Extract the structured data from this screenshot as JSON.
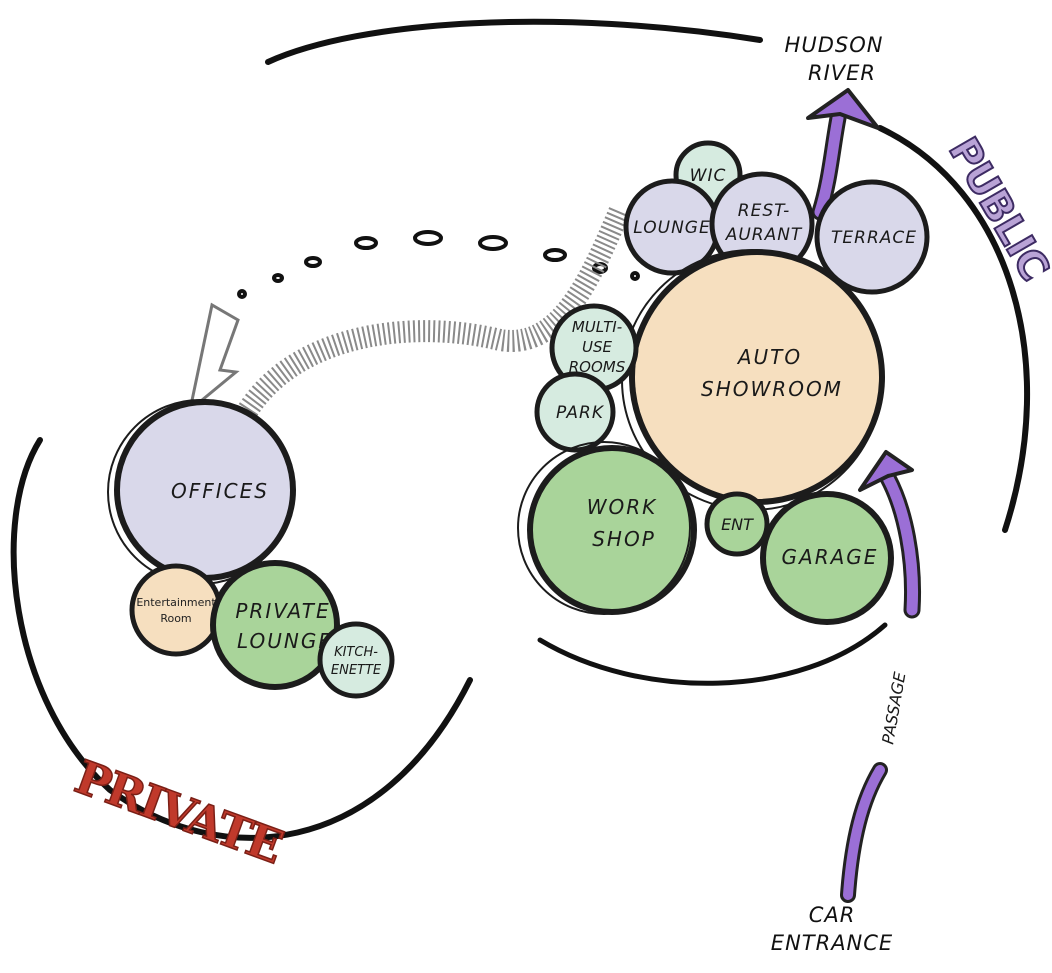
{
  "labels": {
    "hudson_1": "HUDSON",
    "hudson_2": "RIVER",
    "public": "PUBLIC",
    "private": "PRIVATE",
    "passage": "PASSAGE",
    "car_1": "CAR",
    "car_2": "ENTRANCE"
  },
  "bubbles": {
    "wic": "WIC",
    "lounge": "LOUNGE",
    "restaurant_1": "REST-",
    "restaurant_2": "AURANT",
    "terrace": "TERRACE",
    "multi_1": "MULTI-",
    "multi_2": "USE",
    "multi_3": "ROOMS",
    "park": "PARK",
    "auto_1": "AUTO",
    "auto_2": "SHOWROOM",
    "workshop_1": "WORK",
    "workshop_2": "SHOP",
    "ent": "ENT",
    "garage": "GARAGE",
    "offices": "OFFICES",
    "entertainment_1": "Entertainment",
    "entertainment_2": "Room",
    "private_lounge_1": "PRIVATE",
    "private_lounge_2": "LOUNGE",
    "kitchenette_1": "KITCH-",
    "kitchenette_2": "ENETTE"
  },
  "colors": {
    "lavender": "#d9d8ea",
    "peach": "#f6dfbf",
    "green": "#a9d49a",
    "mint": "#d6ebe0",
    "purple_arrow": "#9b6fd6",
    "private_red": "#c0392b",
    "outline": "#1c1c1c"
  }
}
